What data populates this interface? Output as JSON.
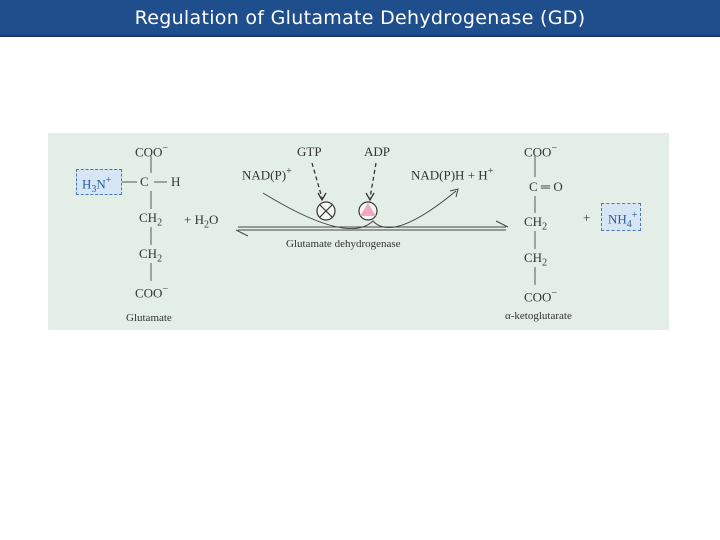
{
  "title": "Regulation of Glutamate Dehydrogenase (GD)",
  "glutamate": {
    "coo_top": "COO",
    "minus": "−",
    "h3n": "H",
    "h3n_sub": "3",
    "h3n_n": "N",
    "plus": "+",
    "c": "C",
    "h": "H",
    "ch2_a": "CH",
    "ch2_a_sub": "2",
    "ch2_b": "CH",
    "ch2_b_sub": "2",
    "coo_bottom": "COO",
    "name": "Glutamate"
  },
  "water": {
    "text": "+ H",
    "sub": "2",
    "o": "O"
  },
  "reaction": {
    "gtp": "GTP",
    "adp": "ADP",
    "nadp_left": "NAD(P)",
    "nadp_left_charge": "+",
    "nadph_right": "NAD(P)H + H",
    "nadph_right_charge": "+",
    "enzyme": "Glutamate dehydrogenase"
  },
  "ketoglutarate": {
    "coo_top": "COO",
    "minus": "−",
    "c_eq_o": "C ═ O",
    "ch2_a": "CH",
    "ch2_a_sub": "2",
    "ch2_b": "CH",
    "ch2_b_sub": "2",
    "coo_bottom": "COO",
    "name": "α-ketoglutarate"
  },
  "ammonium": {
    "plus_sign": "+",
    "nh": "NH",
    "sub": "4",
    "charge": "+"
  },
  "colors": {
    "title_bar": "#1f4e8c",
    "diagram_bg": "#e3efe6",
    "highlight_box": "#d6e6f5",
    "adp_marker": "#f4a7c1"
  },
  "icons": {
    "gtp_effect": "inhibition-circle-x-icon",
    "adp_effect": "activation-circle-triangle-icon"
  }
}
